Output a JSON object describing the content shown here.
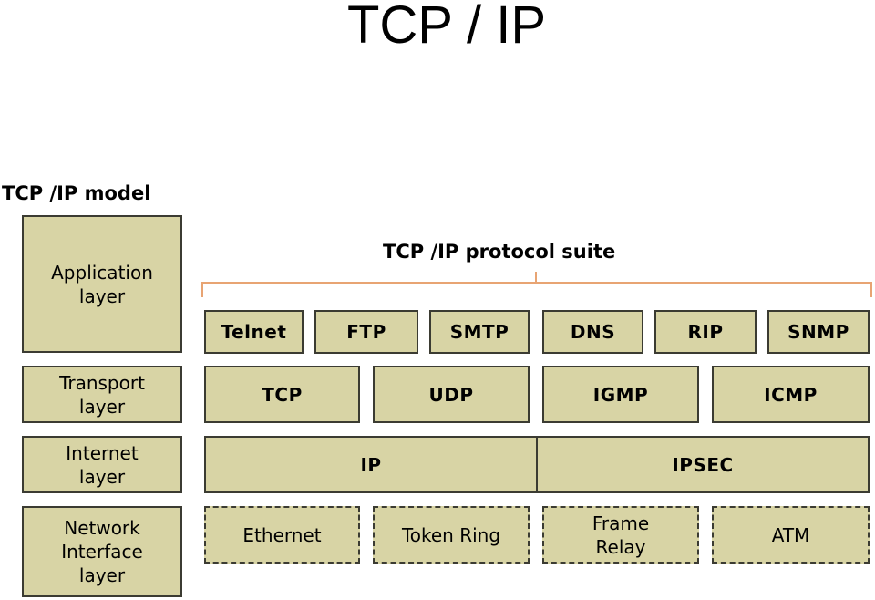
{
  "title": "TCP / IP",
  "model": {
    "heading": "TCP /IP model",
    "layers": [
      {
        "label": "Application\nlayer"
      },
      {
        "label": "Transport\nlayer"
      },
      {
        "label": "Internet\nlayer"
      },
      {
        "label": "Network\nInterface\nlayer"
      }
    ]
  },
  "suite": {
    "heading": "TCP /IP protocol suite",
    "application": [
      "Telnet",
      "FTP",
      "SMTP",
      "DNS",
      "RIP",
      "SNMP"
    ],
    "transport": [
      "TCP",
      "UDP",
      "IGMP",
      "ICMP"
    ],
    "internet": [
      "IP",
      "IPSEC"
    ],
    "network_interface": [
      "Ethernet",
      "Token Ring",
      "Frame\nRelay",
      "ATM"
    ]
  },
  "colors": {
    "box_fill": "#d8d4a5",
    "box_border": "#3b3b32",
    "bracket": "#e8a473"
  }
}
